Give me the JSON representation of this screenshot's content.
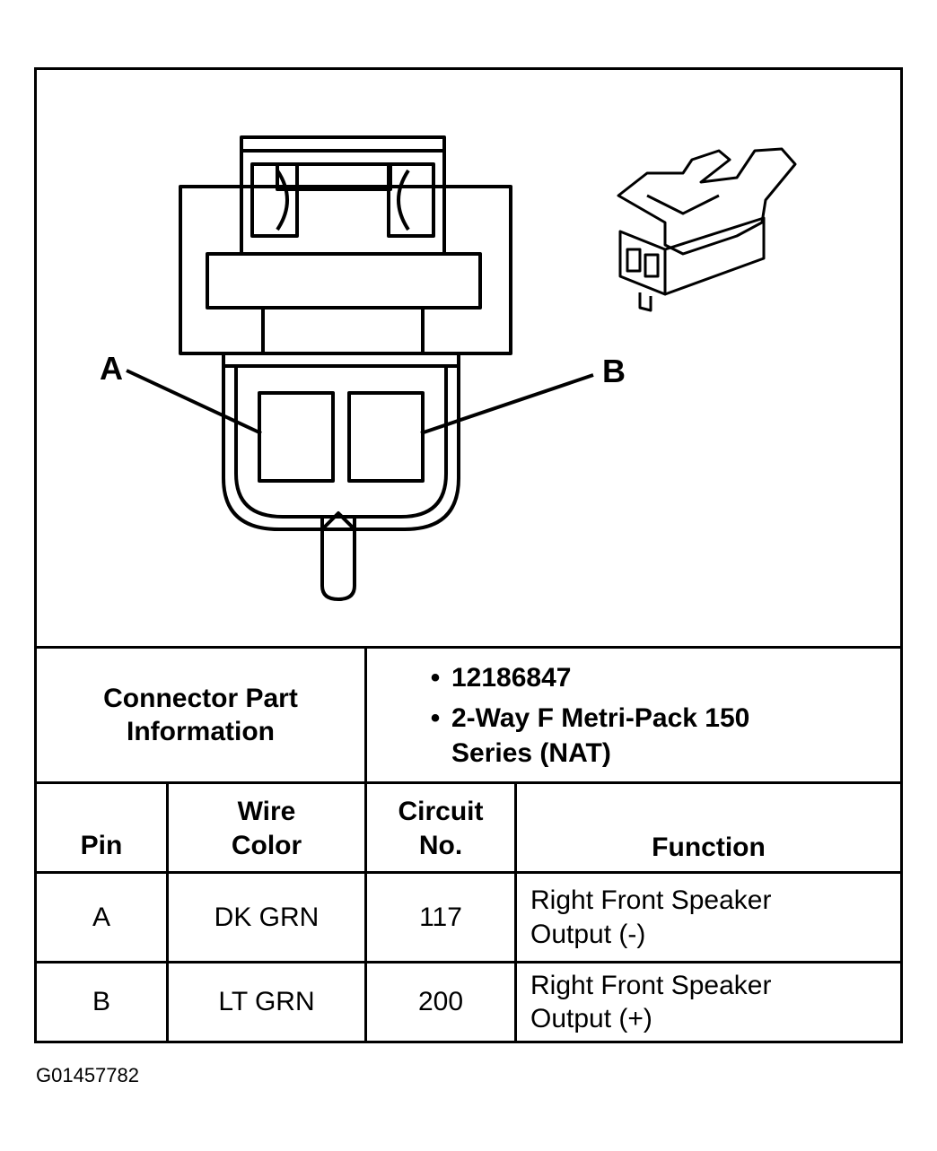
{
  "diagram": {
    "pin_label_a": "A",
    "pin_label_b": "B"
  },
  "connector_info": {
    "label": "Connector Part Information",
    "part_number": "12186847",
    "description": "2-Way F Metri-Pack 150 Series (NAT)"
  },
  "pin_table": {
    "headers": {
      "pin": "Pin",
      "wire_color": "Wire Color",
      "circuit_no": "Circuit No.",
      "function": "Function"
    },
    "rows": [
      {
        "pin": "A",
        "wire_color": "DK GRN",
        "circuit_no": "117",
        "function": "Right Front Speaker Output (-)"
      },
      {
        "pin": "B",
        "wire_color": "LT GRN",
        "circuit_no": "200",
        "function": "Right Front Speaker Output (+)"
      }
    ]
  },
  "figure_id": "G01457782"
}
